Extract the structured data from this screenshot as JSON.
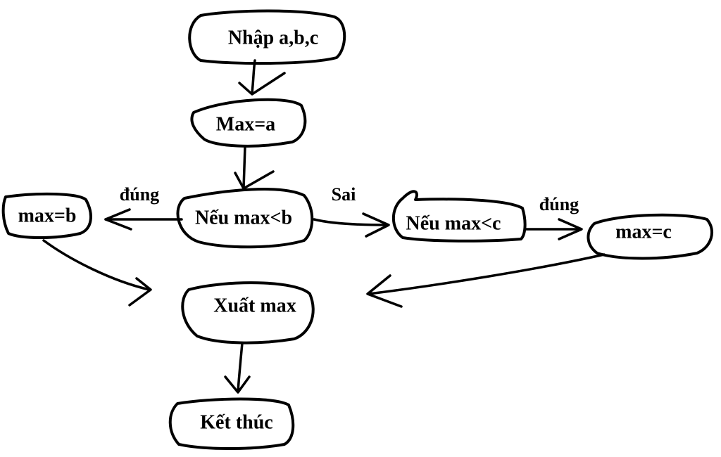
{
  "diagram": {
    "type": "flowchart",
    "nodes": [
      {
        "id": "input",
        "label": "Nhập a,b,c"
      },
      {
        "id": "init",
        "label": "Max=a"
      },
      {
        "id": "cond_b",
        "label": "Nếu max<b"
      },
      {
        "id": "set_b",
        "label": "max=b"
      },
      {
        "id": "cond_c",
        "label": "Nếu max<c"
      },
      {
        "id": "set_c",
        "label": "max=c"
      },
      {
        "id": "output",
        "label": "Xuất max"
      },
      {
        "id": "end",
        "label": "Kết thúc"
      }
    ],
    "edges": [
      {
        "from": "input",
        "to": "init",
        "label": ""
      },
      {
        "from": "init",
        "to": "cond_b",
        "label": ""
      },
      {
        "from": "cond_b",
        "to": "set_b",
        "label": "đúng"
      },
      {
        "from": "cond_b",
        "to": "cond_c",
        "label": "Sai"
      },
      {
        "from": "cond_c",
        "to": "set_c",
        "label": "đúng"
      },
      {
        "from": "set_b",
        "to": "output",
        "label": ""
      },
      {
        "from": "set_c",
        "to": "output",
        "label": ""
      },
      {
        "from": "output",
        "to": "end",
        "label": ""
      }
    ]
  }
}
